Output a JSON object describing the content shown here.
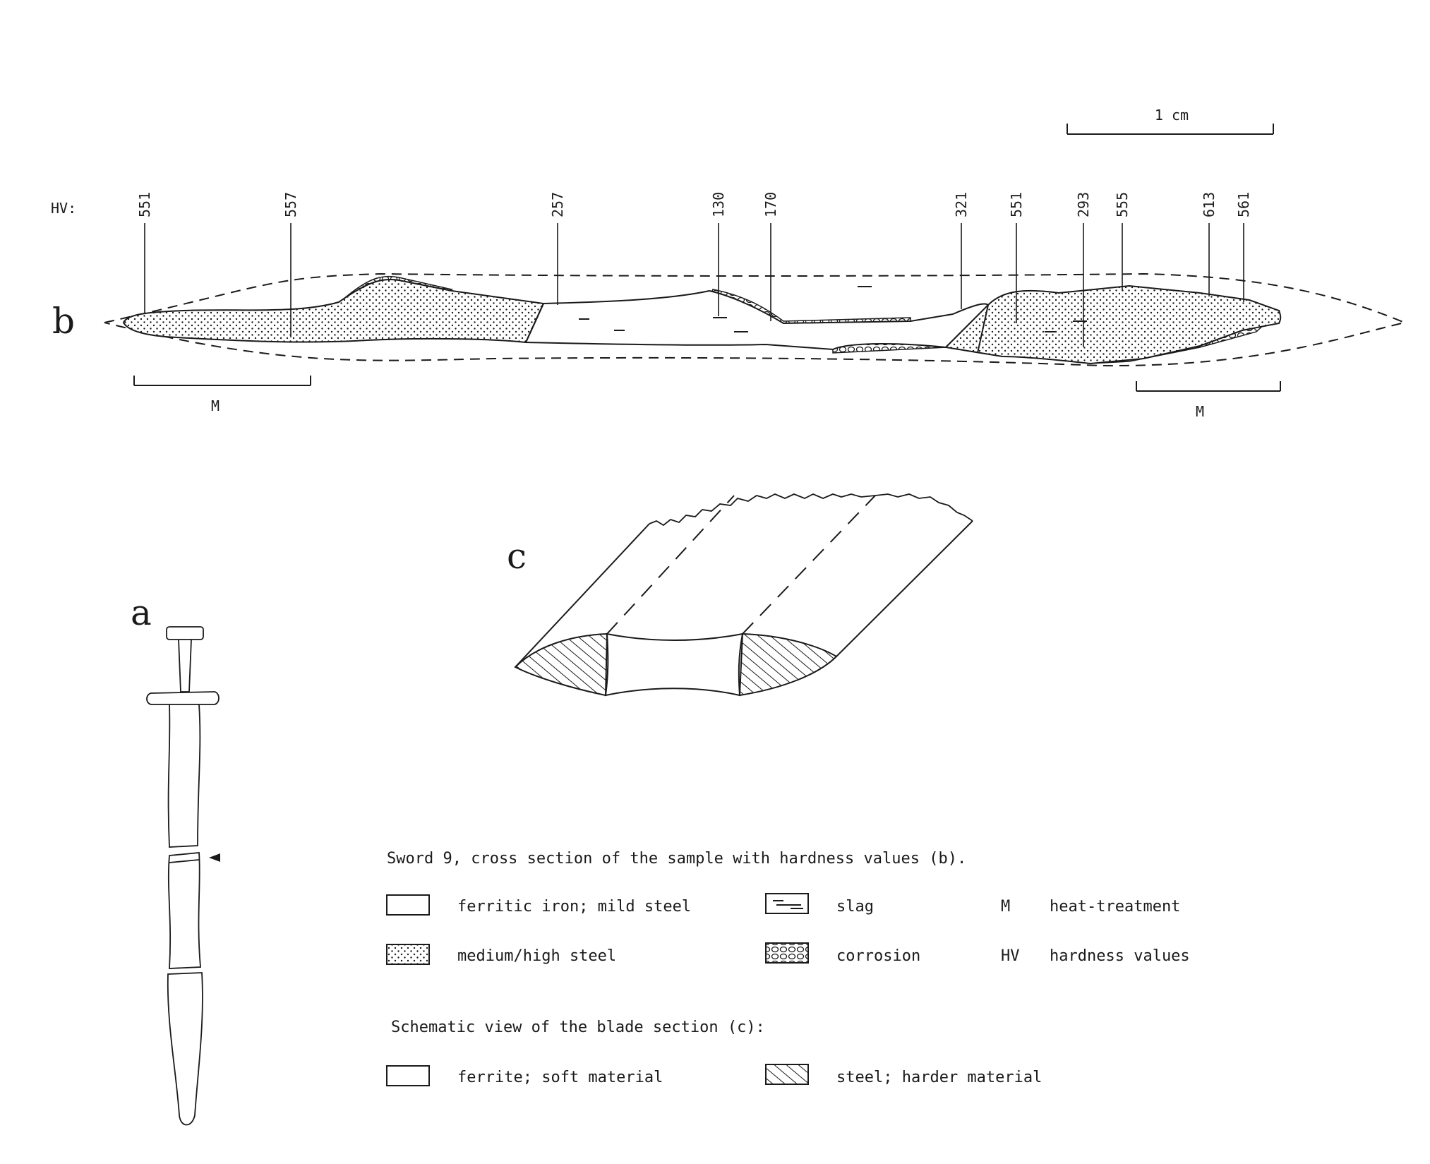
{
  "panel_letters": {
    "a": "a",
    "b": "b",
    "c": "c"
  },
  "scale_bar": {
    "label": "1 cm"
  },
  "hv_prefix": "HV:",
  "hardness_points": [
    {
      "value": "551"
    },
    {
      "value": "557"
    },
    {
      "value": "257"
    },
    {
      "value": "130"
    },
    {
      "value": "170"
    },
    {
      "value": "321"
    },
    {
      "value": "551"
    },
    {
      "value": "293"
    },
    {
      "value": "555"
    },
    {
      "value": "613"
    },
    {
      "value": "561"
    }
  ],
  "heat_treatment_marks": [
    {
      "label": "M"
    },
    {
      "label": "M"
    }
  ],
  "legend": {
    "caption_b": "Sword 9,  cross section of the sample with hardness values (b).",
    "rows_b": [
      {
        "label": "ferritic iron; mild steel",
        "swatch": "plain"
      },
      {
        "label": "slag",
        "swatch": "slag"
      },
      {
        "key": "M",
        "label": "heat-treatment"
      },
      {
        "label": "medium/high steel",
        "swatch": "dots"
      },
      {
        "label": "corrosion",
        "swatch": "corrosion"
      },
      {
        "key": "HV",
        "label": "hardness values"
      }
    ],
    "caption_c": "Schematic view of the blade section (c):",
    "rows_c": [
      {
        "label": "ferrite; soft material",
        "swatch": "plain"
      },
      {
        "label": "steel; harder material",
        "swatch": "hatch"
      }
    ]
  }
}
